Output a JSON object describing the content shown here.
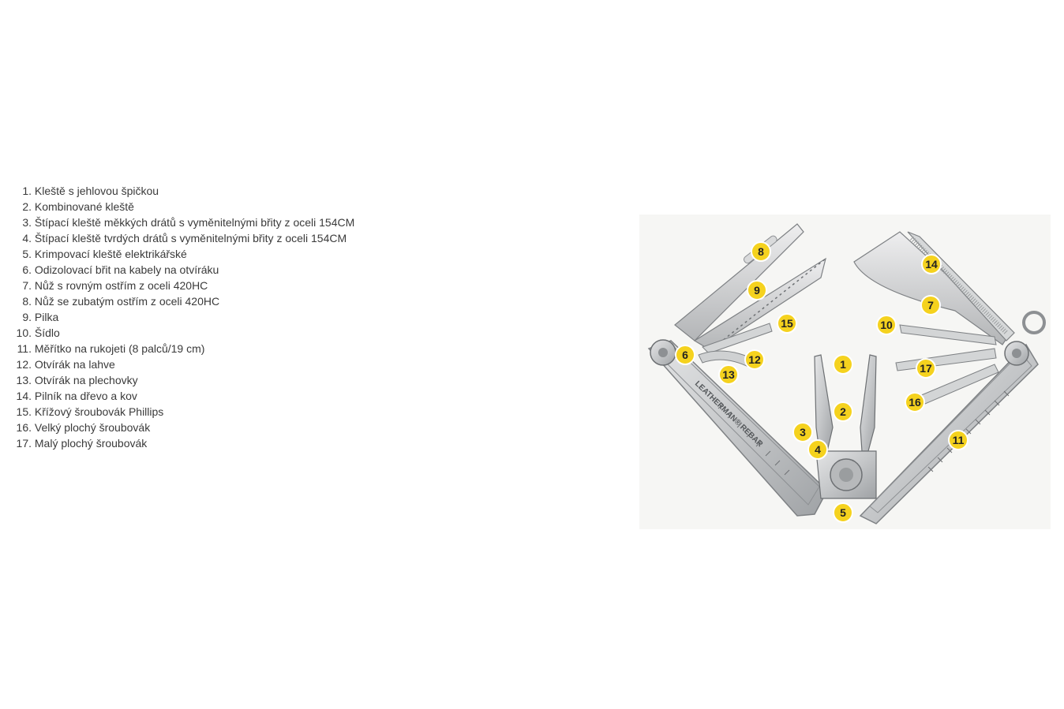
{
  "tools": [
    {
      "num": "1.",
      "label": "Kleště s jehlovou špičkou"
    },
    {
      "num": "2.",
      "label": "Kombinované kleště"
    },
    {
      "num": "3.",
      "label": "Štípací kleště měkkých drátů s vyměnitelnými břity z oceli 154CM"
    },
    {
      "num": "4.",
      "label": "Štípací kleště tvrdých drátů s vyměnitelnými břity z oceli 154CM"
    },
    {
      "num": "5.",
      "label": "Krimpovací kleště elektrikářské"
    },
    {
      "num": "6.",
      "label": "Odizolovací břit na kabely na otvíráku"
    },
    {
      "num": "7.",
      "label": "Nůž s rovným ostřím z oceli 420HC"
    },
    {
      "num": "8.",
      "label": "Nůž se zubatým ostřím z oceli 420HC"
    },
    {
      "num": "9.",
      "label": "Pilka"
    },
    {
      "num": "10.",
      "label": "Šídlo"
    },
    {
      "num": "11.",
      "label": "Měřítko na rukojeti (8 palců/19 cm)"
    },
    {
      "num": "12.",
      "label": "Otvírák na lahve"
    },
    {
      "num": "13.",
      "label": "Otvírák na plechovky"
    },
    {
      "num": "14.",
      "label": "Pilník na dřevo a kov"
    },
    {
      "num": "15.",
      "label": "Křížový šroubovák Phillips"
    },
    {
      "num": "16.",
      "label": "Velký plochý šroubovák"
    },
    {
      "num": "17.",
      "label": "Malý plochý šroubovák"
    }
  ],
  "figure": {
    "brand_text": "LEATHERMAN® REBAR",
    "badge_color": "#f5d21e",
    "steel_color": "#c9cbcd",
    "badges": [
      "1",
      "2",
      "3",
      "4",
      "5",
      "6",
      "7",
      "8",
      "9",
      "10",
      "11",
      "12",
      "13",
      "14",
      "15",
      "16",
      "17"
    ]
  }
}
